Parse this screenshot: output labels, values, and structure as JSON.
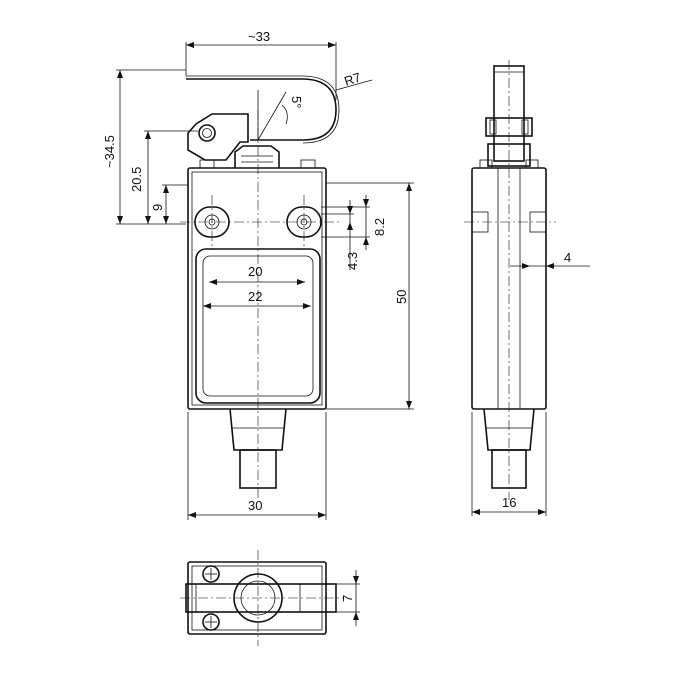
{
  "drawing_title": "",
  "dimensions": {
    "lever_width": "~33",
    "lever_radius": "R7",
    "lever_angle": "5°",
    "total_height": "~34.5",
    "roller_height": "20.5",
    "hole_offset": "9",
    "hole_spacing_v": "8.2",
    "hole_offset_2": "4.3",
    "window_inner": "20",
    "window_outer": "22",
    "body_height": "50",
    "body_width": "30",
    "side_hole": "4",
    "side_width": "16",
    "top_depth": "7"
  },
  "colors": {
    "line": "#111111",
    "fill": "#ececec"
  }
}
